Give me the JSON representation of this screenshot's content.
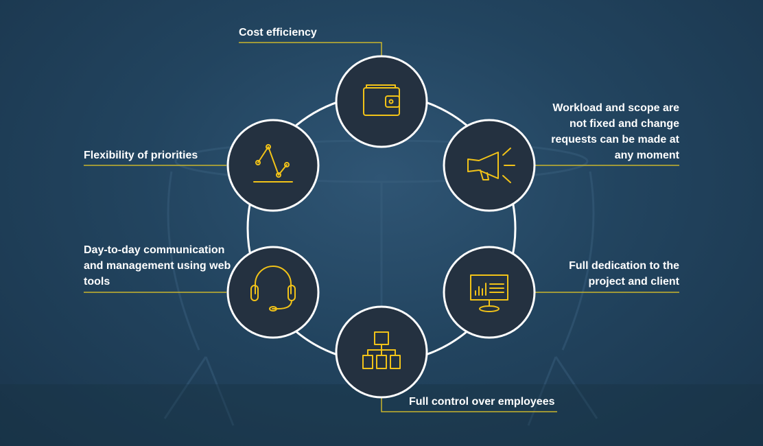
{
  "colors": {
    "background": "#22445f",
    "node_fill": "#243140",
    "node_stroke": "#ffffff",
    "icon": "#f2c318",
    "connector": "#c9b52c",
    "text": "#ffffff"
  },
  "nodes": [
    {
      "id": "cost",
      "icon": "wallet-icon",
      "label": "Cost efficiency"
    },
    {
      "id": "workload",
      "icon": "megaphone-icon",
      "label": "Workload and scope are not fixed and change requests can be made at any moment"
    },
    {
      "id": "dedication",
      "icon": "monitor-presentation-icon",
      "label": "Full dedication to the project and client"
    },
    {
      "id": "control",
      "icon": "org-chart-icon",
      "label": "Full control over employees"
    },
    {
      "id": "communication",
      "icon": "headset-icon",
      "label": "Day-to-day communication and management using web tools"
    },
    {
      "id": "flexibility",
      "icon": "line-chart-icon",
      "label": "Flexibility of priorities"
    }
  ]
}
